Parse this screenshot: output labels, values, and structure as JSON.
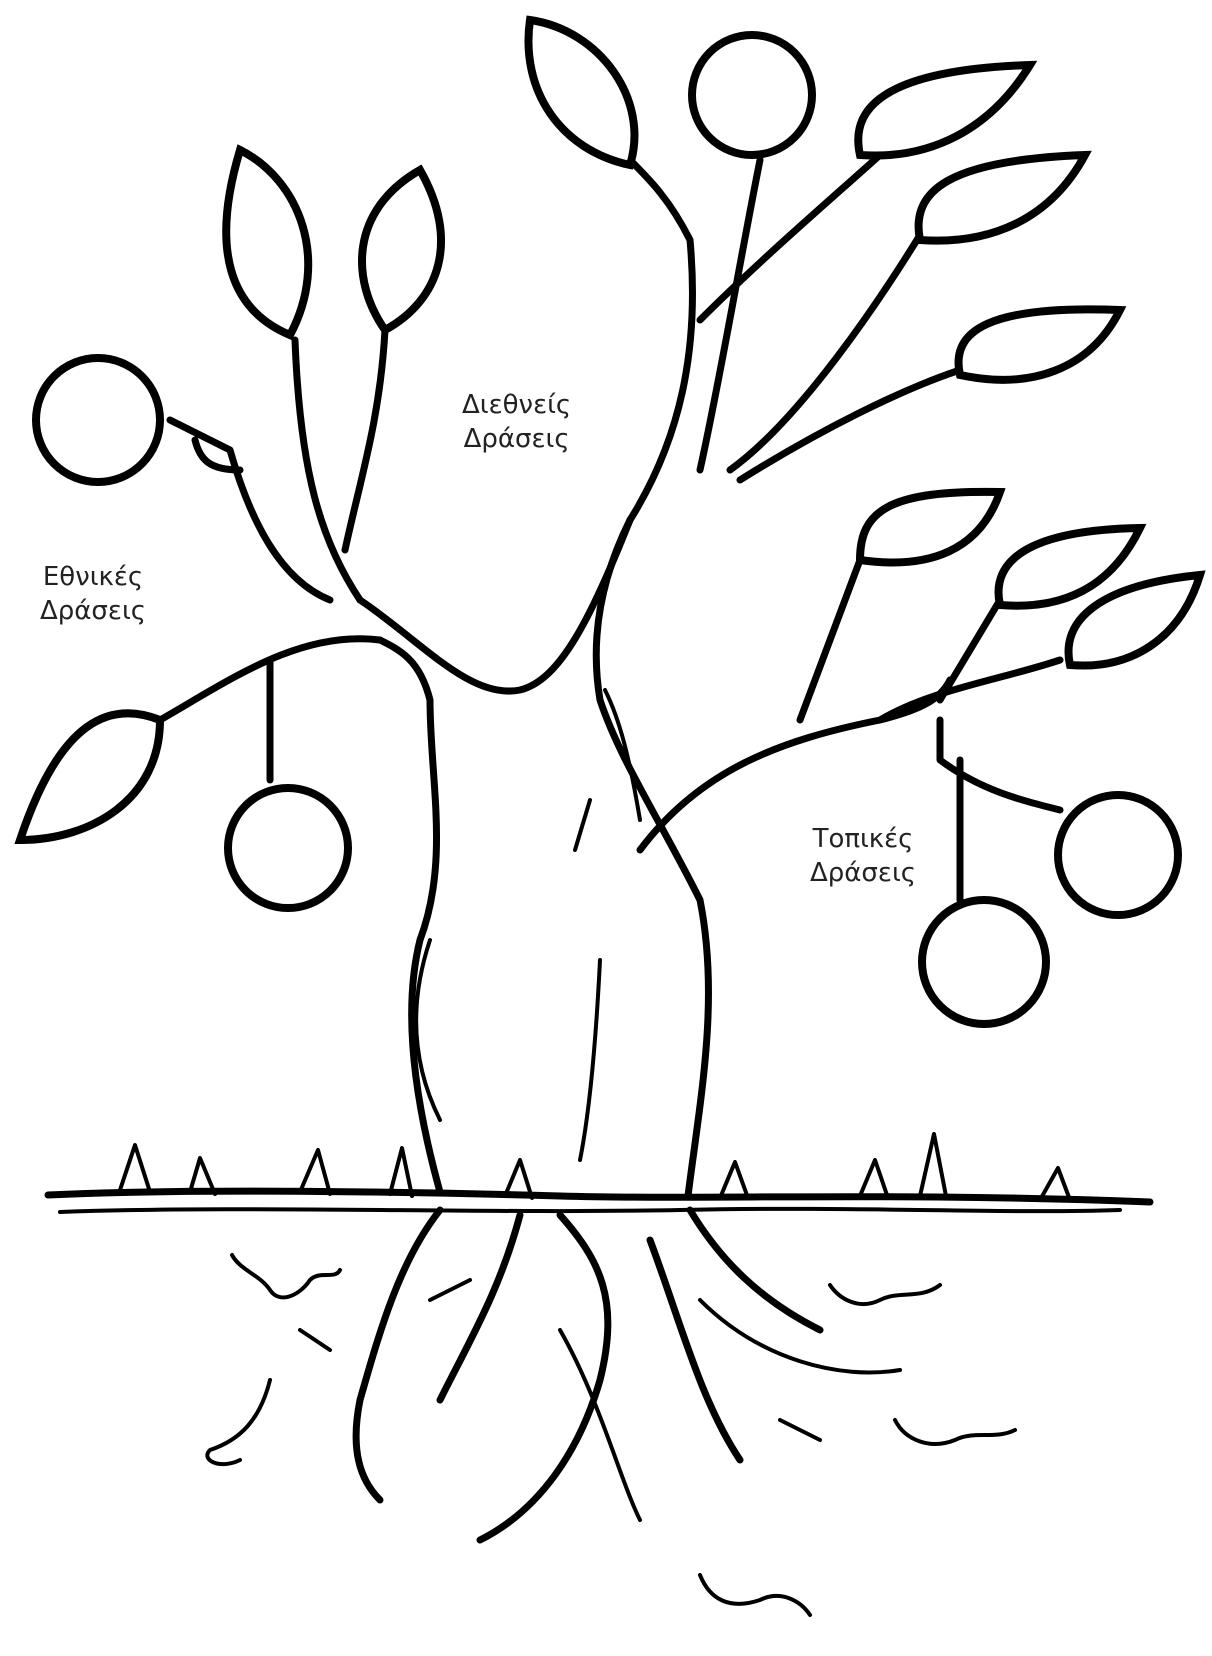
{
  "labels": {
    "international": {
      "line1": "Διεθνείς",
      "line2": "Δράσεις"
    },
    "national": {
      "line1": "Εθνικές",
      "line2": "Δράσεις"
    },
    "local": {
      "line1": "Τοπικές",
      "line2": "Δράσεις"
    }
  },
  "colors": {
    "ink": "#000000",
    "background": "#ffffff",
    "text": "#222222"
  }
}
